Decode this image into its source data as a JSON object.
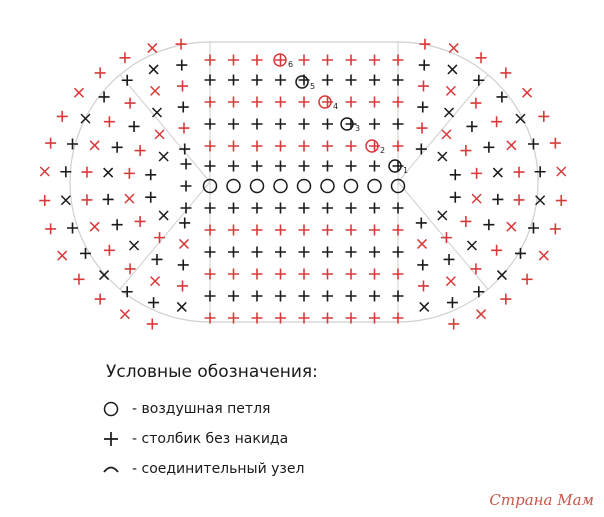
{
  "colors": {
    "black": "#1a1a1a",
    "red": "#d83a3a",
    "outline": "#cfcfcf"
  },
  "chain_numbers": [
    "1",
    "2",
    "3",
    "4",
    "5",
    "6"
  ],
  "legend": {
    "title": "Условные обозначения:",
    "items": [
      {
        "symbol": "chain-circle-icon",
        "label": "- воздушная петля"
      },
      {
        "symbol": "plus-icon",
        "label": "- столбик без накида"
      },
      {
        "symbol": "arc-icon",
        "label": "- соединительный узел"
      }
    ]
  },
  "watermark": "Страна Мам"
}
